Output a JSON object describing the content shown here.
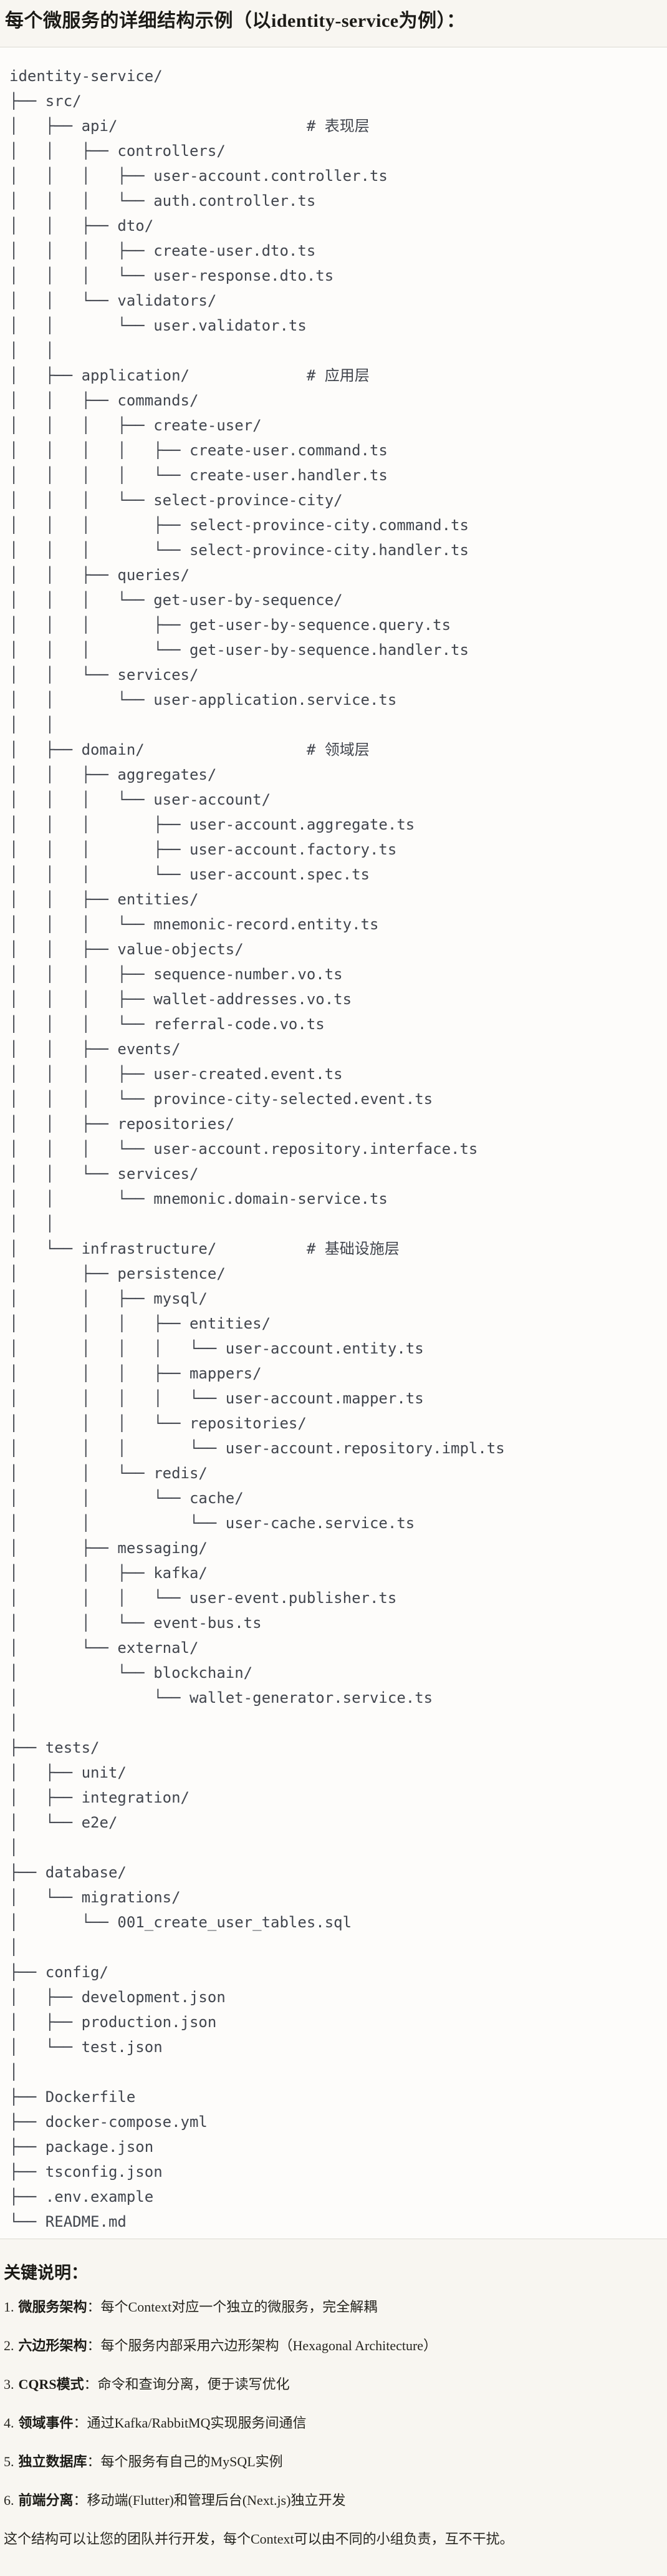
{
  "page": {
    "title": "每个微服务的详细结构示例（以identity-service为例）：",
    "colors": {
      "page_bg": "#f8f6f1",
      "code_bg": "#fdfcfa",
      "border": "#dcdad3",
      "tree_text": "#41454d",
      "heading_text": "#1c1b17"
    }
  },
  "tree": {
    "language": "text",
    "lines": [
      "identity-service/",
      "├── src/",
      "│   ├── api/                     # 表现层",
      "│   │   ├── controllers/",
      "│   │   │   ├── user-account.controller.ts",
      "│   │   │   └── auth.controller.ts",
      "│   │   ├── dto/",
      "│   │   │   ├── create-user.dto.ts",
      "│   │   │   └── user-response.dto.ts",
      "│   │   └── validators/",
      "│   │       └── user.validator.ts",
      "│   │",
      "│   ├── application/             # 应用层",
      "│   │   ├── commands/",
      "│   │   │   ├── create-user/",
      "│   │   │   │   ├── create-user.command.ts",
      "│   │   │   │   └── create-user.handler.ts",
      "│   │   │   └── select-province-city/",
      "│   │   │       ├── select-province-city.command.ts",
      "│   │   │       └── select-province-city.handler.ts",
      "│   │   ├── queries/",
      "│   │   │   └── get-user-by-sequence/",
      "│   │   │       ├── get-user-by-sequence.query.ts",
      "│   │   │       └── get-user-by-sequence.handler.ts",
      "│   │   └── services/",
      "│   │       └── user-application.service.ts",
      "│   │",
      "│   ├── domain/                  # 领域层",
      "│   │   ├── aggregates/",
      "│   │   │   └── user-account/",
      "│   │   │       ├── user-account.aggregate.ts",
      "│   │   │       ├── user-account.factory.ts",
      "│   │   │       └── user-account.spec.ts",
      "│   │   ├── entities/",
      "│   │   │   └── mnemonic-record.entity.ts",
      "│   │   ├── value-objects/",
      "│   │   │   ├── sequence-number.vo.ts",
      "│   │   │   ├── wallet-addresses.vo.ts",
      "│   │   │   └── referral-code.vo.ts",
      "│   │   ├── events/",
      "│   │   │   ├── user-created.event.ts",
      "│   │   │   └── province-city-selected.event.ts",
      "│   │   ├── repositories/",
      "│   │   │   └── user-account.repository.interface.ts",
      "│   │   └── services/",
      "│   │       └── mnemonic.domain-service.ts",
      "│   │",
      "│   └── infrastructure/          # 基础设施层",
      "│       ├── persistence/",
      "│       │   ├── mysql/",
      "│       │   │   ├── entities/",
      "│       │   │   │   └── user-account.entity.ts",
      "│       │   │   ├── mappers/",
      "│       │   │   │   └── user-account.mapper.ts",
      "│       │   │   └── repositories/",
      "│       │   │       └── user-account.repository.impl.ts",
      "│       │   └── redis/",
      "│       │       └── cache/",
      "│       │           └── user-cache.service.ts",
      "│       ├── messaging/",
      "│       │   ├── kafka/",
      "│       │   │   └── user-event.publisher.ts",
      "│       │   └── event-bus.ts",
      "│       └── external/",
      "│           └── blockchain/",
      "│               └── wallet-generator.service.ts",
      "│",
      "├── tests/",
      "│   ├── unit/",
      "│   ├── integration/",
      "│   └── e2e/",
      "│",
      "├── database/",
      "│   └── migrations/",
      "│       └── 001_create_user_tables.sql",
      "│",
      "├── config/",
      "│   ├── development.json",
      "│   ├── production.json",
      "│   └── test.json",
      "│",
      "├── Dockerfile",
      "├── docker-compose.yml",
      "├── package.json",
      "├── tsconfig.json",
      "├── .env.example",
      "└── README.md"
    ]
  },
  "notes": {
    "heading": "关键说明：",
    "items": [
      {
        "num": "1.",
        "label": "微服务架构",
        "sep": "：",
        "text": "每个Context对应一个独立的微服务，完全解耦"
      },
      {
        "num": "2.",
        "label": "六边形架构",
        "sep": "：",
        "text": "每个服务内部采用六边形架构（Hexagonal Architecture）"
      },
      {
        "num": "3.",
        "label": "CQRS模式",
        "sep": "：",
        "text": "命令和查询分离，便于读写优化"
      },
      {
        "num": "4.",
        "label": "领域事件",
        "sep": "：",
        "text": "通过Kafka/RabbitMQ实现服务间通信"
      },
      {
        "num": "5.",
        "label": "独立数据库",
        "sep": "：",
        "text": "每个服务有自己的MySQL实例"
      },
      {
        "num": "6.",
        "label": "前端分离",
        "sep": "：",
        "text": "移动端(Flutter)和管理后台(Next.js)独立开发"
      }
    ],
    "footer": "这个结构可以让您的团队并行开发，每个Context可以由不同的小组负责，互不干扰。"
  }
}
